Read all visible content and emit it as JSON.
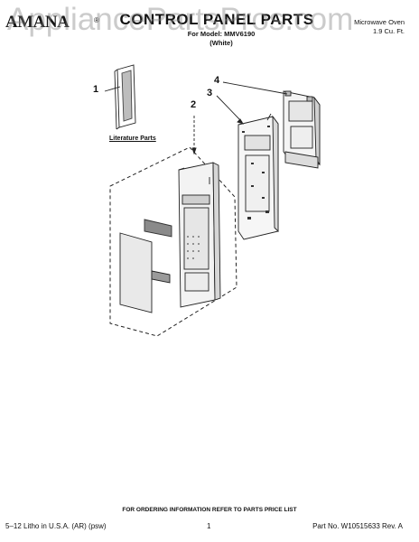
{
  "header": {
    "brand": "AMANA",
    "brand_mark": "®",
    "title": "CONTROL PANEL PARTS",
    "model_line": "For Model: MMV6190",
    "color_line": "(White)",
    "product_line1": "Microwave Oven",
    "product_line2": "1.9 Cu. Ft."
  },
  "watermark": "AppliancePartsPros.com",
  "callouts": [
    "1",
    "2",
    "3",
    "4"
  ],
  "literature_label": "Literature Parts",
  "footer": {
    "ordering_note": "FOR ORDERING INFORMATION REFER TO PARTS PRICE LIST",
    "litho": "5–12 Litho in U.S.A. (AR) (psw)",
    "page": "1",
    "part_number": "Part No. W10515633 Rev. A"
  }
}
